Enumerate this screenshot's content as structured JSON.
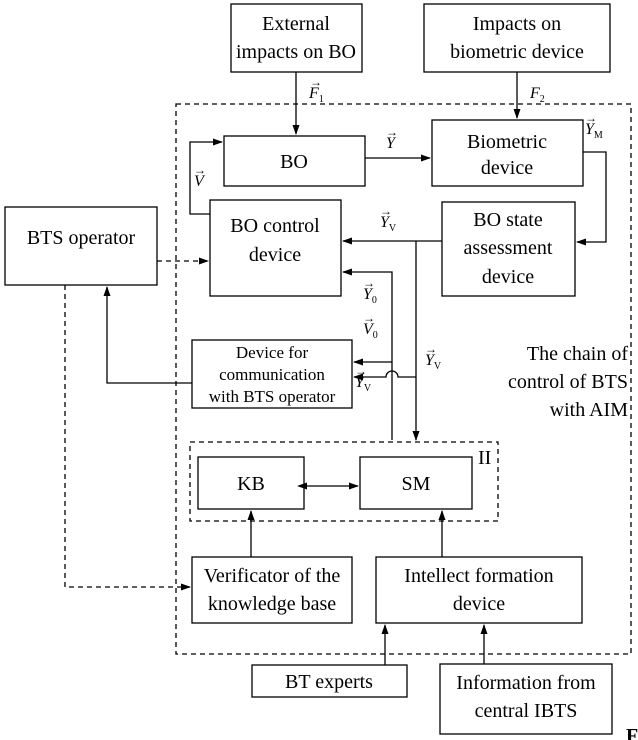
{
  "blocks": {
    "external_impacts": [
      "External",
      "impacts on BO"
    ],
    "impacts_biometric": [
      "Impacts on",
      "biometric device"
    ],
    "bo": "BO",
    "biometric_device": [
      "Biometric",
      "device"
    ],
    "bts_operator": "BTS operator",
    "bo_control": [
      "BO control",
      "device"
    ],
    "bo_state": [
      "BO state",
      "assessment",
      "device"
    ],
    "comm_device": [
      "Device for",
      "communication",
      "with BTS operator"
    ],
    "kb": "KB",
    "sm": "SM",
    "verificator": [
      "Verificator of the",
      "knowledge base"
    ],
    "intellect": [
      "Intellect formation",
      "device"
    ],
    "bt_experts": "BT experts",
    "info_central": [
      "Information from",
      "central IBTS"
    ]
  },
  "annotations": {
    "chain": [
      "The chain of",
      "control of  BTS",
      "with AIM"
    ],
    "ii": "II",
    "corner": "F"
  },
  "symbols": {
    "F1": {
      "base": "F",
      "sub": "1"
    },
    "F2": {
      "base": "F",
      "sub": "2"
    },
    "Y": {
      "base": "Y",
      "sub": ""
    },
    "YM": {
      "base": "Y",
      "sub": "M"
    },
    "V": {
      "base": "V",
      "sub": ""
    },
    "YV": {
      "base": "Y",
      "sub": "V"
    },
    "Y0": {
      "base": "Y",
      "sub": "0"
    },
    "V0": {
      "base": "V",
      "sub": "0"
    }
  }
}
